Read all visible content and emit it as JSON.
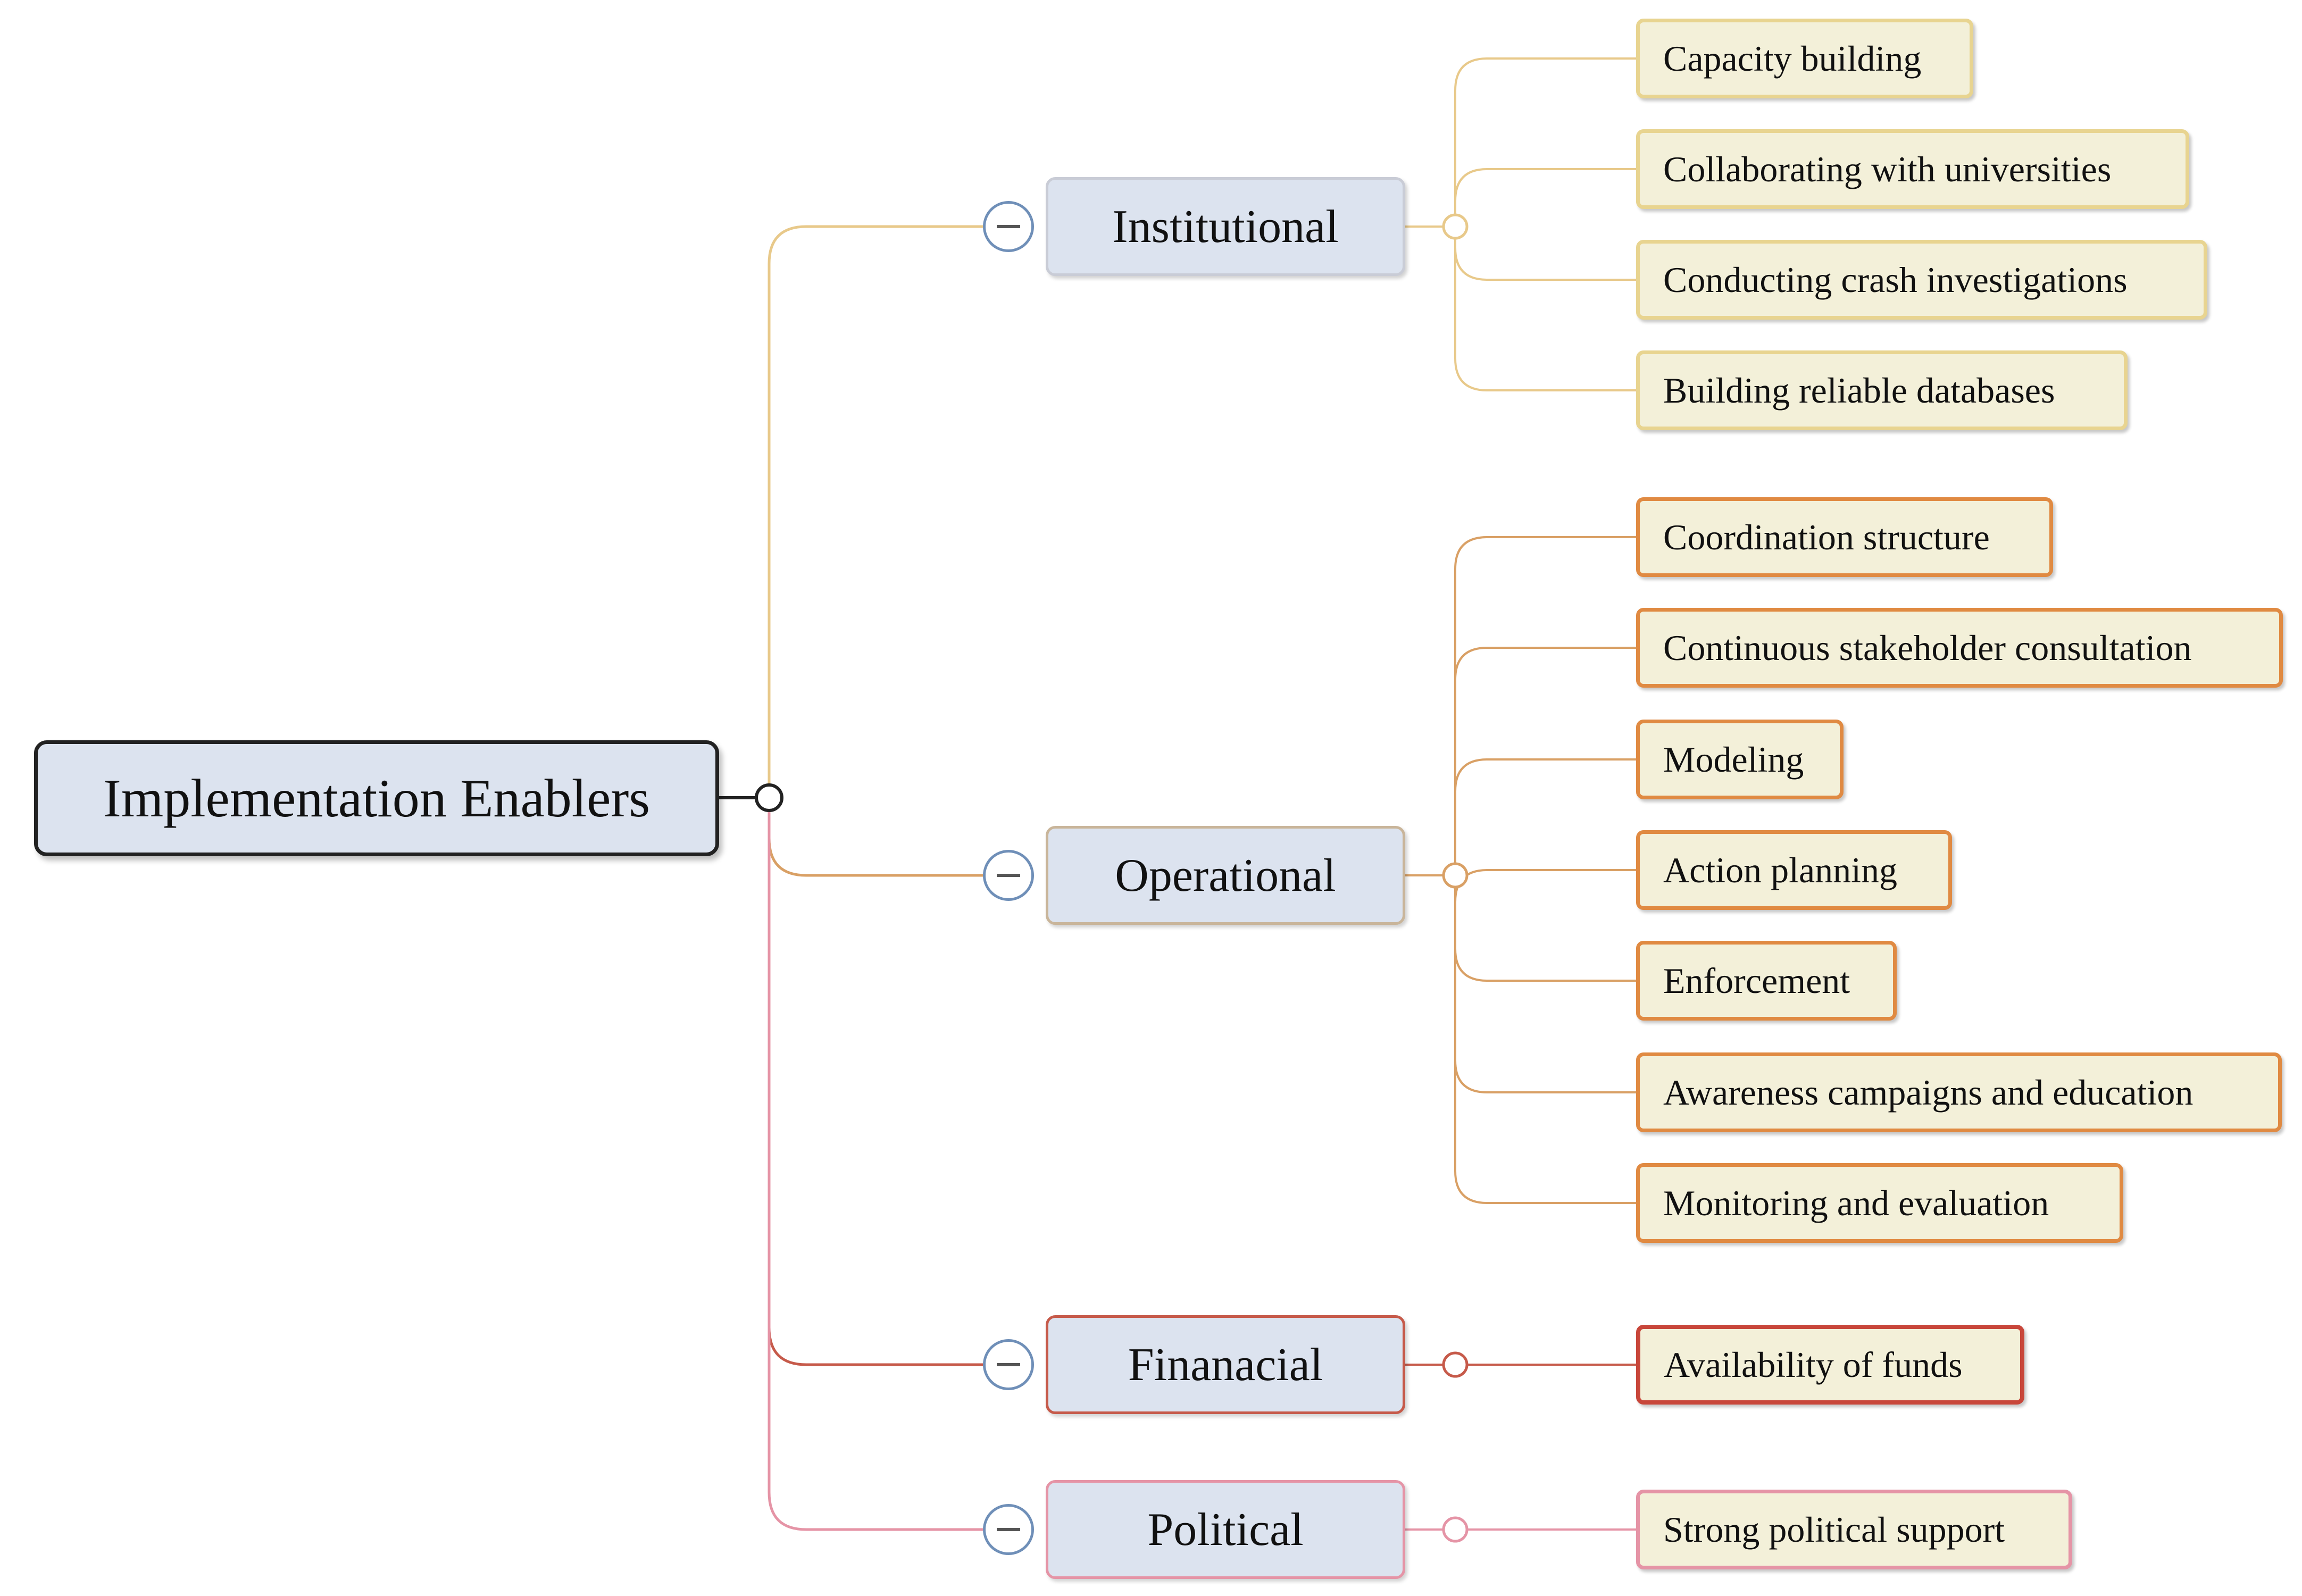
{
  "root": {
    "label": "Implementation Enablers"
  },
  "categories": [
    {
      "label": "Institutional",
      "color": "#e8c98a",
      "leaves": [
        "Capacity building",
        "Collaborating with universities",
        "Conducting crash investigations",
        "Building reliable databases"
      ]
    },
    {
      "label": "Operational",
      "color": "#d9a065",
      "leaves": [
        "Coordination structure",
        "Continuous stakeholder consultation",
        "Modeling",
        "Action planning",
        "Enforcement",
        "Awareness campaigns and education",
        "Monitoring and evaluation"
      ]
    },
    {
      "label": "Finanacial",
      "color": "#c65a4a",
      "leaves": [
        "Availability of funds"
      ]
    },
    {
      "label": "Political",
      "color": "#e594a6",
      "leaves": [
        "Strong political support"
      ]
    }
  ],
  "colors": {
    "node_fill": "#dce3ef",
    "leaf_fill": "#f3f0d9",
    "leaf_border_institutional": "#e8d490",
    "leaf_border_operational": "#e08a42",
    "leaf_border_financial": "#c8463a",
    "leaf_border_political": "#e594a6"
  },
  "icons": {
    "collapse": "minus-circle-icon"
  }
}
